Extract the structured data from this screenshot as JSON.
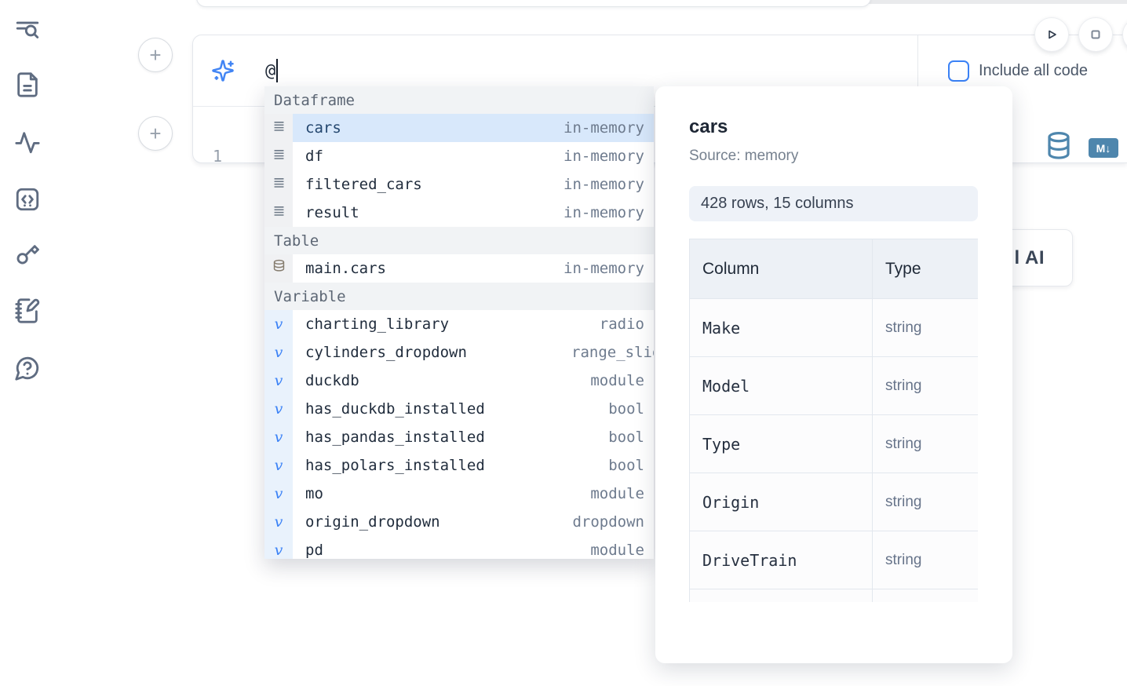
{
  "colors": {
    "accent_blue": "#3b82f6",
    "steel_blue": "#4e86ad",
    "selection_bg": "#d8e8fb",
    "section_header_bg": "#f1f3f5",
    "panel_pill_bg": "#eef2f8"
  },
  "sidebar": {
    "icons": [
      {
        "name": "list-search-icon"
      },
      {
        "name": "document-icon"
      },
      {
        "name": "activity-icon"
      },
      {
        "name": "code-snippets-icon"
      },
      {
        "name": "key-icon"
      },
      {
        "name": "notebook-pen-icon"
      },
      {
        "name": "help-chat-icon"
      }
    ]
  },
  "add_cell_buttons": {
    "label": "+"
  },
  "prompt": {
    "value": "@"
  },
  "editor": {
    "line_number": "1"
  },
  "toolbar": {
    "include_all_code_label": "Include all code",
    "markdown_badge": "M↓"
  },
  "ai_button": {
    "visible_fragment": "AI",
    "clipped_prefix_stroke": "l"
  },
  "autocomplete": {
    "sections": [
      {
        "label": "Dataframe",
        "items": [
          {
            "icon": "dataframe-rows-icon",
            "name": "cars",
            "type": "in-memory",
            "selected": true
          },
          {
            "icon": "dataframe-rows-icon",
            "name": "df",
            "type": "in-memory"
          },
          {
            "icon": "dataframe-rows-icon",
            "name": "filtered_cars",
            "type": "in-memory"
          },
          {
            "icon": "dataframe-rows-icon",
            "name": "result",
            "type": "in-memory"
          }
        ]
      },
      {
        "label": "Table",
        "items": [
          {
            "icon": "database-icon",
            "name": "main.cars",
            "type": "in-memory"
          }
        ]
      },
      {
        "label": "Variable",
        "items": [
          {
            "icon": "variable-icon",
            "name": "charting_library",
            "type": "radio"
          },
          {
            "icon": "variable-icon",
            "name": "cylinders_dropdown",
            "type": "range_slider",
            "type_clipped": true
          },
          {
            "icon": "variable-icon",
            "name": "duckdb",
            "type": "module"
          },
          {
            "icon": "variable-icon",
            "name": "has_duckdb_installed",
            "type": "bool"
          },
          {
            "icon": "variable-icon",
            "name": "has_pandas_installed",
            "type": "bool"
          },
          {
            "icon": "variable-icon",
            "name": "has_polars_installed",
            "type": "bool"
          },
          {
            "icon": "variable-icon",
            "name": "mo",
            "type": "module"
          },
          {
            "icon": "variable-icon",
            "name": "origin_dropdown",
            "type": "dropdown"
          },
          {
            "icon": "variable-icon",
            "name": "pd",
            "type": "module",
            "clipped": true
          }
        ]
      }
    ]
  },
  "preview_panel": {
    "title": "cars",
    "source": "Source: memory",
    "summary": "428 rows, 15 columns",
    "table": {
      "headers": [
        "Column",
        "Type"
      ],
      "rows": [
        [
          "Make",
          "string"
        ],
        [
          "Model",
          "string"
        ],
        [
          "Type",
          "string"
        ],
        [
          "Origin",
          "string"
        ],
        [
          "DriveTrain",
          "string"
        ]
      ],
      "partial_row_visible": true
    }
  }
}
